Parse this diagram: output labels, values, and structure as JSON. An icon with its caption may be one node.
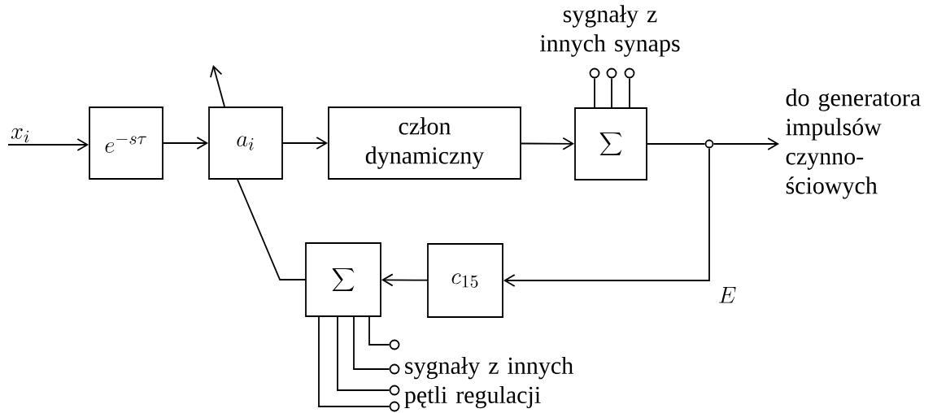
{
  "diagram": {
    "nodes": [
      {
        "text": [
          "x_i"
        ]
      },
      {
        "text": [
          "e^{-s\\tau}"
        ]
      },
      {
        "text": [
          "a_i"
        ]
      },
      {
        "text": [
          "człon dynamiczny"
        ]
      },
      {
        "text": [],
        "shape": "circle"
      },
      {
        "text": [],
        "shape": "circle"
      },
      {
        "text": [],
        "shape": "circle"
      },
      {
        "text": [
          "\\sum"
        ]
      },
      {
        "text": [],
        "shape": "circle"
      },
      {
        "text": [
          "do generatora impulsów czynno- ściowych"
        ]
      },
      {
        "text": [
          "\\sum"
        ]
      },
      {
        "text": [
          "c_{15}"
        ]
      },
      {
        "text": [],
        "shape": "circle"
      },
      {
        "text": [],
        "shape": "circle"
      },
      {
        "text": [],
        "shape": "circle"
      },
      {
        "text": [],
        "shape": "circle"
      }
    ],
    "edges": [
      {
        "from": 0,
        "to": 1,
        "arrow": "to"
      },
      {
        "from": 1,
        "to": 2,
        "arrow": "to"
      },
      {
        "from": 2,
        "to": 3,
        "arrow": "to"
      },
      {
        "from": 3,
        "to": 7,
        "arrow": "to"
      },
      {
        "from": 4,
        "to": 7,
        "arrow": "none"
      },
      {
        "from": 5,
        "to": 7,
        "arrow": "none"
      },
      {
        "from": 6,
        "to": 7,
        "arrow": "none"
      },
      {
        "from": 7,
        "to": 8,
        "arrow": "none"
      },
      {
        "from": 8,
        "to": 9,
        "arrow": "to"
      },
      {
        "from": 8,
        "to": 11,
        "arrow": "to",
        "label": "E"
      },
      {
        "from": 11,
        "to": 10,
        "arrow": "to"
      },
      {
        "from": 10,
        "to": 2,
        "arrow": "none"
      },
      {
        "from": 2,
        "to": null,
        "arrow": "to"
      },
      {
        "from": 12,
        "to": 10,
        "arrow": "none"
      },
      {
        "from": 13,
        "to": 10,
        "arrow": "none"
      },
      {
        "from": 14,
        "to": 10,
        "arrow": "none"
      },
      {
        "from": 15,
        "to": 10,
        "arrow": "none"
      }
    ],
    "labels": [
      "sygnały z innych synaps",
      "sygnały z innych pętli regulacji"
    ]
  }
}
